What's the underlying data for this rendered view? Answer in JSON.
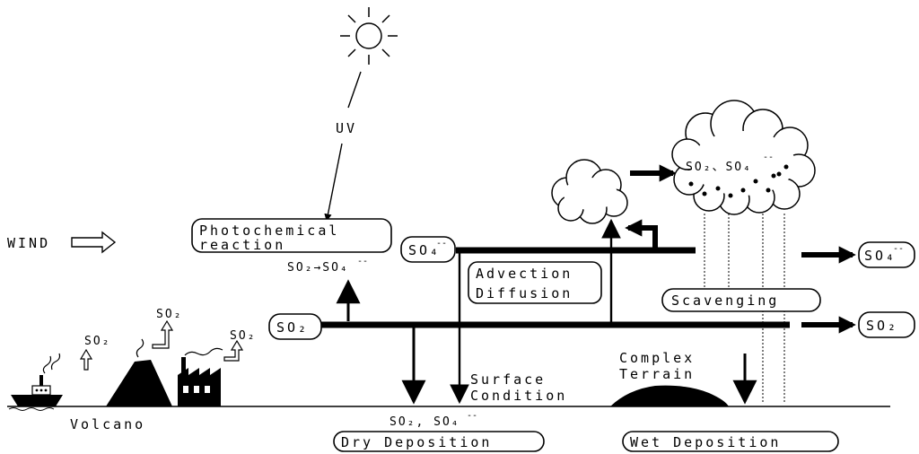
{
  "labels": {
    "uv": "UV",
    "wind": "WIND",
    "photochemical_line1": "Photochemical",
    "photochemical_line2": "reaction",
    "conversion_left": "SO₂→SO₄",
    "conversion_sup": "--",
    "so4_node": "SO₄",
    "so4_sup": "--",
    "so2_node": "SO₂",
    "advection": "Advection",
    "diffusion": "Diffusion",
    "cloud_so2": "SO₂、SO₄",
    "cloud_sup": "--",
    "scavenging": "Scavenging",
    "out_so4": "SO₄",
    "out_so4_sup": "--",
    "out_so2": "SO₂",
    "surface1": "Surface",
    "surface2": "Condition",
    "complex1": "Complex",
    "complex2": "Terrain",
    "dry_species": "SO₂, SO₄",
    "dry_sup": "--",
    "dry_deposition": "Dry Deposition",
    "wet_deposition": "Wet Deposition",
    "volcano": "Volcano",
    "so2_ship": "SO₂",
    "so2_volcano": "SO₂",
    "so2_factory": "SO₂"
  }
}
